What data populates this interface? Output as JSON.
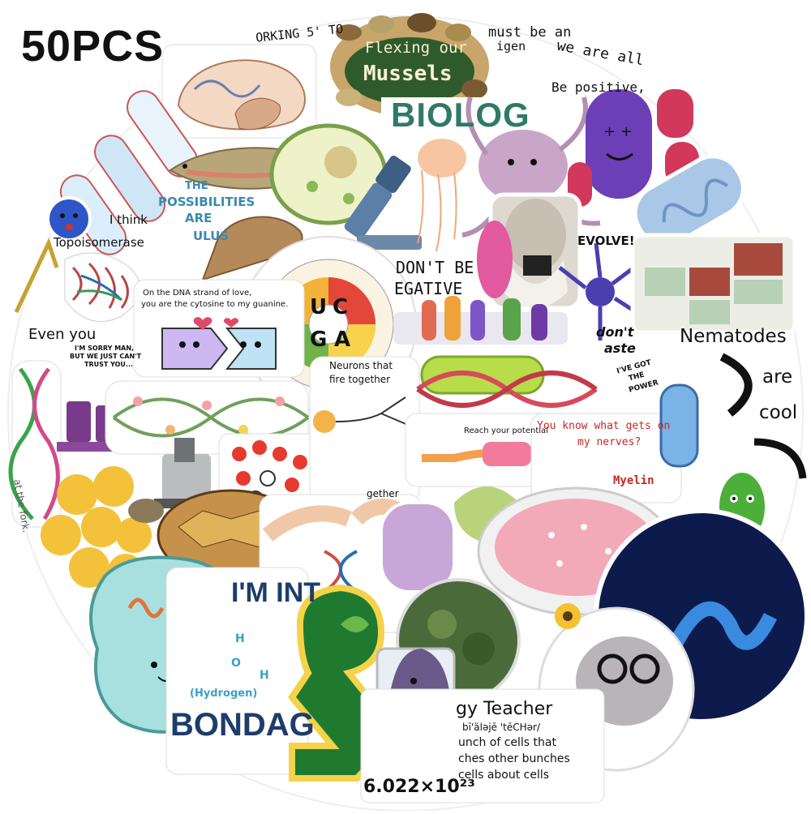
{
  "badge": {
    "count_label": "50PCS"
  },
  "stickers": {
    "mussels": {
      "line1": "Flexing our",
      "line2": "Mussels"
    },
    "possibilities": {
      "line1": "THE",
      "line2": "POSSIBILITIES",
      "line3": "ARE",
      "line4": "ULUS"
    },
    "biology": {
      "text": "BIOLOG"
    },
    "positive": {
      "text": "Be positive,"
    },
    "we_are_all": {
      "text": "we are all"
    },
    "must_be": {
      "line1": "must be an",
      "line2": "igen"
    },
    "working": {
      "text": "ORKING 5' TO"
    },
    "topo": {
      "text": "Topoisomerase"
    },
    "i_think": {
      "text": "I think"
    },
    "dna_love": {
      "line1": "On the DNA strand of love,",
      "line2": "you are the cytosine to my guanine."
    },
    "even_you": {
      "text": "Even you"
    },
    "sorry": {
      "line1": "I'M SORRY MAN,",
      "line2": "BUT WE JUST CAN'T",
      "line3": "TRUST YOU..."
    },
    "dont_be_negative": {
      "line1": "DON'T BE",
      "line2": "EGATIVE"
    },
    "evolve": {
      "text": "EVOLVE!"
    },
    "dont_waste": {
      "line1": "don't",
      "line2": "aste"
    },
    "nematodes": {
      "line1": "Nematodes",
      "line2": "are",
      "line3": "cool"
    },
    "neurons": {
      "line1": "Neurons that",
      "line2": "fire together"
    },
    "ive_got_power": {
      "line1": "I'VE GOT",
      "line2": "THE",
      "line3": "POWER"
    },
    "potential": {
      "text": "Reach your potential"
    },
    "nerves": {
      "line1": "You know what gets on",
      "line2": "my nerves?",
      "line3": "Myelin"
    },
    "fork": {
      "text": "at the fork."
    },
    "together": {
      "text": "gether"
    },
    "bondage": {
      "line1": "I'M INT",
      "line2": "(Hydrogen)",
      "line3": "BONDAG",
      "h": "H",
      "o": "O"
    },
    "teacher": {
      "line1": "gy Teacher",
      "line2": "bī'äləjē 'tēCHər/",
      "line3": "unch of cells that",
      "line4": "ches other bunches",
      "line5": "cells about cells"
    },
    "avogadro": {
      "text": "6.022×10²³"
    },
    "codon": {
      "u": "U",
      "c": "C",
      "g": "G",
      "a": "A"
    }
  },
  "colors": {
    "mussel_green": "#2f5a2c",
    "petri_pink": "#f2a9b8",
    "space_blue": "#0c1a4c",
    "cell_teal": "#a7e0de",
    "microscope_blue": "#5b7fa6",
    "biology_green": "#2f7a64"
  }
}
